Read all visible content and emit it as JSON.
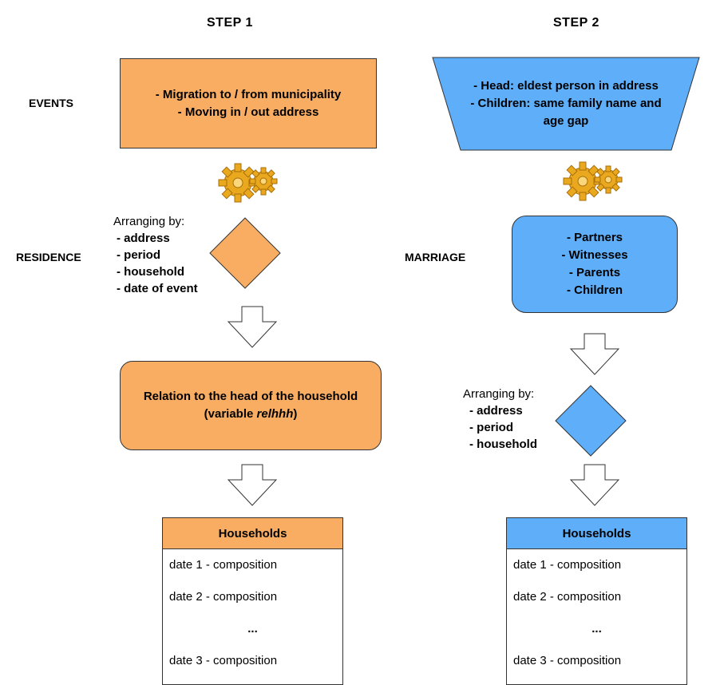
{
  "step1": {
    "title": "STEP 1",
    "events_label": "EVENTS",
    "events_lines": [
      "- Migration to / from municipality",
      "- Moving in / out address"
    ],
    "residence_label": "RESIDENCE",
    "arranging_head": "Arranging by:",
    "arranging_items": [
      "- address",
      "- period",
      "- household",
      "- date of event"
    ],
    "relation_text_pre": "Relation to the head of the household (variable ",
    "relation_text_italic": "relhhh",
    "relation_text_post": ")",
    "households": {
      "header": "Households",
      "rows": [
        "date 1 - composition",
        "date 2 - composition",
        "...",
        "date 3 - composition"
      ]
    }
  },
  "step2": {
    "title": "STEP 2",
    "trap_lines": [
      "- Head: eldest person in address",
      "- Children: same family name and",
      "age gap"
    ],
    "marriage_label": "MARRIAGE",
    "marriage_lines": [
      "- Partners",
      "- Witnesses",
      "- Parents",
      "- Children"
    ],
    "arranging_head": "Arranging by:",
    "arranging_items": [
      "- address",
      "- period",
      "- household"
    ],
    "households": {
      "header": "Households",
      "rows": [
        "date 1 - composition",
        "date 2 - composition",
        "...",
        "date 3 - composition"
      ]
    }
  },
  "colors": {
    "orange": "#f9ad63",
    "blue": "#5eaefa",
    "gear": "#e9a81d"
  },
  "icons": [
    "gear-icon",
    "down-arrow-icon",
    "decision-diamond"
  ]
}
